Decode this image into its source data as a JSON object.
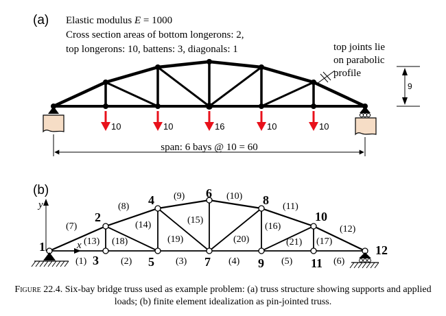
{
  "panel_a": {
    "label": "(a)",
    "text_line1_prefix": "Elastic modulus",
    "text_line1_symbol": "E",
    "text_line1_value": "= 1000",
    "text_line2": "Cross section areas of bottom longerons: 2,",
    "text_line3": "top longerons: 10, battens: 3, diagonals: 1",
    "annotation_line1": "top joints lie",
    "annotation_line2": "on parabolic",
    "annotation_line3": "profile",
    "height_label": "9",
    "span_label": "span: 6 bays @ 10 = 60",
    "loads": [
      "10",
      "10",
      "16",
      "10",
      "10"
    ]
  },
  "panel_b": {
    "label": "(b)",
    "axis_y": "y",
    "axis_x": "x",
    "node_labels": [
      "1",
      "2",
      "3",
      "4",
      "5",
      "6",
      "7",
      "8",
      "9",
      "10",
      "11",
      "12"
    ],
    "element_labels": [
      "(1)",
      "(2)",
      "(3)",
      "(4)",
      "(5)",
      "(6)",
      "(7)",
      "(8)",
      "(9)",
      "(10)",
      "(11)",
      "(12)",
      "(13)",
      "(14)",
      "(15)",
      "(16)",
      "(17)",
      "(18)",
      "(19)",
      "(20)",
      "(21)"
    ]
  },
  "caption": {
    "figure_word": "Figure",
    "figure_number": "22.4.",
    "text": "Six-bay bridge truss used as example problem: (a) truss structure showing supports and applied loads; (b) finite element idealization as pin-jointed truss."
  },
  "colors": {
    "member": "#000000",
    "load_arrow": "#e8111b",
    "support_block": "#f6ddc6"
  }
}
